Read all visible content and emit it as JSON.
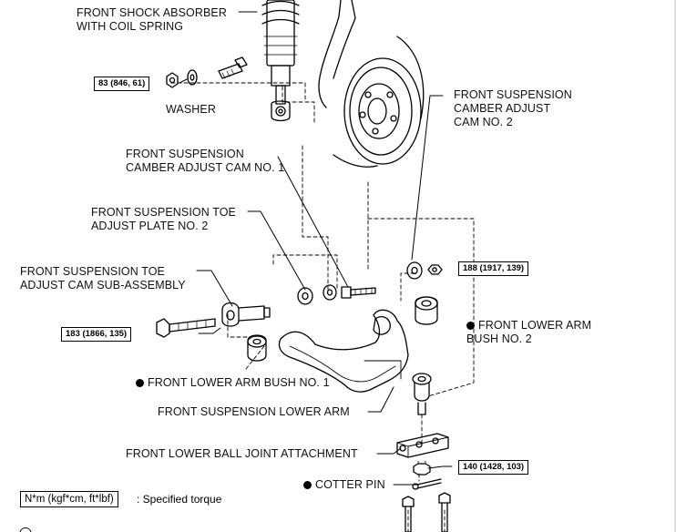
{
  "labels": {
    "shock": "FRONT SHOCK ABSORBER\nWITH COIL SPRING",
    "washer": "WASHER",
    "camber_cam_2": "FRONT SUSPENSION\nCAMBER ADJUST\nCAM NO. 2",
    "camber_cam_1": "FRONT SUSPENSION\nCAMBER ADJUST CAM NO. 1",
    "toe_plate_2": "FRONT SUSPENSION TOE\nADJUST PLATE NO. 2",
    "toe_cam_sub": "FRONT SUSPENSION TOE\nADJUST CAM SUB-ASSEMBLY",
    "lower_arm_bush_2": "FRONT LOWER ARM\nBUSH NO. 2",
    "lower_arm_bush_1": "FRONT LOWER ARM BUSH NO. 1",
    "lower_arm": "FRONT SUSPENSION LOWER ARM",
    "ball_joint": "FRONT LOWER BALL JOINT ATTACHMENT",
    "cotter_pin": "COTTER PIN"
  },
  "torques": {
    "shock_nut": "83 (846, 61)",
    "camber_nut": "188 (1917, 139)",
    "toe_bolt": "183 (1866, 135)",
    "ball_joint_nut": "140 (1428, 103)"
  },
  "legend": {
    "unit": "N*m (kgf*cm, ft*lbf)",
    "description": ": Specified torque"
  }
}
